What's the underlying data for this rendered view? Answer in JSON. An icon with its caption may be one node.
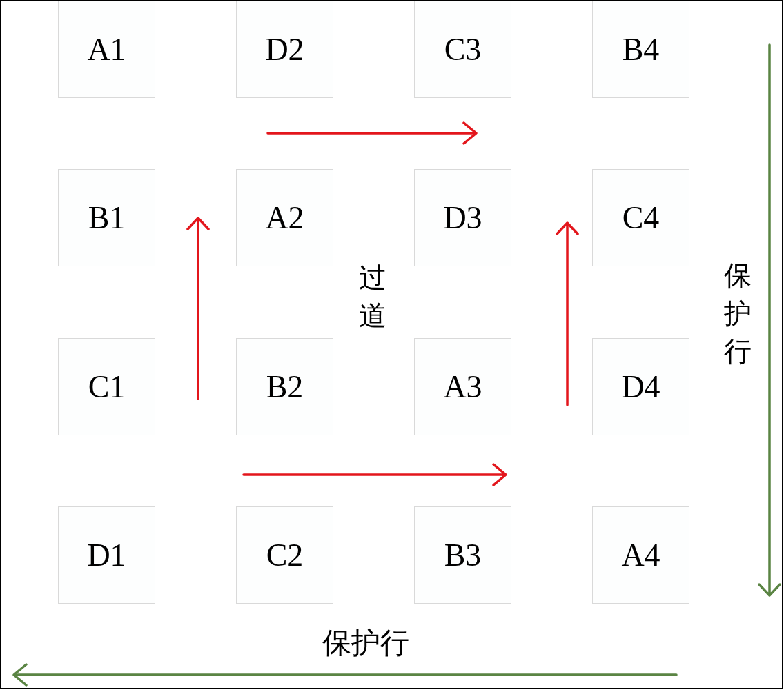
{
  "diagram": {
    "nodes": [
      {
        "text": [
          "A1"
        ]
      },
      {
        "text": [
          "D2"
        ]
      },
      {
        "text": [
          "C3"
        ]
      },
      {
        "text": [
          "B4"
        ]
      },
      {
        "text": [
          "B1"
        ]
      },
      {
        "text": [
          "A2"
        ]
      },
      {
        "text": [
          "D3"
        ]
      },
      {
        "text": [
          "C4"
        ]
      },
      {
        "text": [
          "C1"
        ]
      },
      {
        "text": [
          "B2"
        ]
      },
      {
        "text": [
          "A3"
        ]
      },
      {
        "text": [
          "D4"
        ]
      },
      {
        "text": [
          "D1"
        ]
      },
      {
        "text": [
          "C2"
        ]
      },
      {
        "text": [
          "B3"
        ]
      },
      {
        "text": [
          "A4"
        ]
      }
    ],
    "labels": [
      "过道",
      "保护行",
      "保护行"
    ]
  }
}
